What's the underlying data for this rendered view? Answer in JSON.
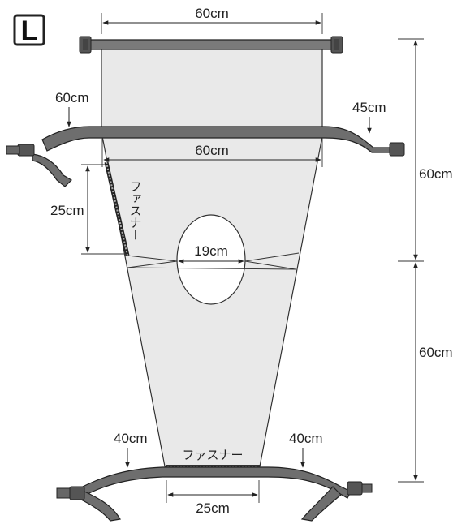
{
  "size_label": "L",
  "dims": {
    "top_width": "60cm",
    "mid_width": "60cm",
    "right_upper": "60cm",
    "right_lower": "60cm",
    "strap_left": "60cm",
    "strap_right": "45cm",
    "zipper_side": "25cm",
    "hole": "19cm",
    "bottom_strap_left": "40cm",
    "bottom_strap_right": "40cm",
    "bottom_zip": "25cm"
  },
  "zipper_side_label": "ファスナー",
  "zipper_bottom_label": "ファスナー",
  "colors": {
    "strap": "#6e6e6e",
    "bag": "#e9e9e9",
    "outline": "#333333"
  }
}
